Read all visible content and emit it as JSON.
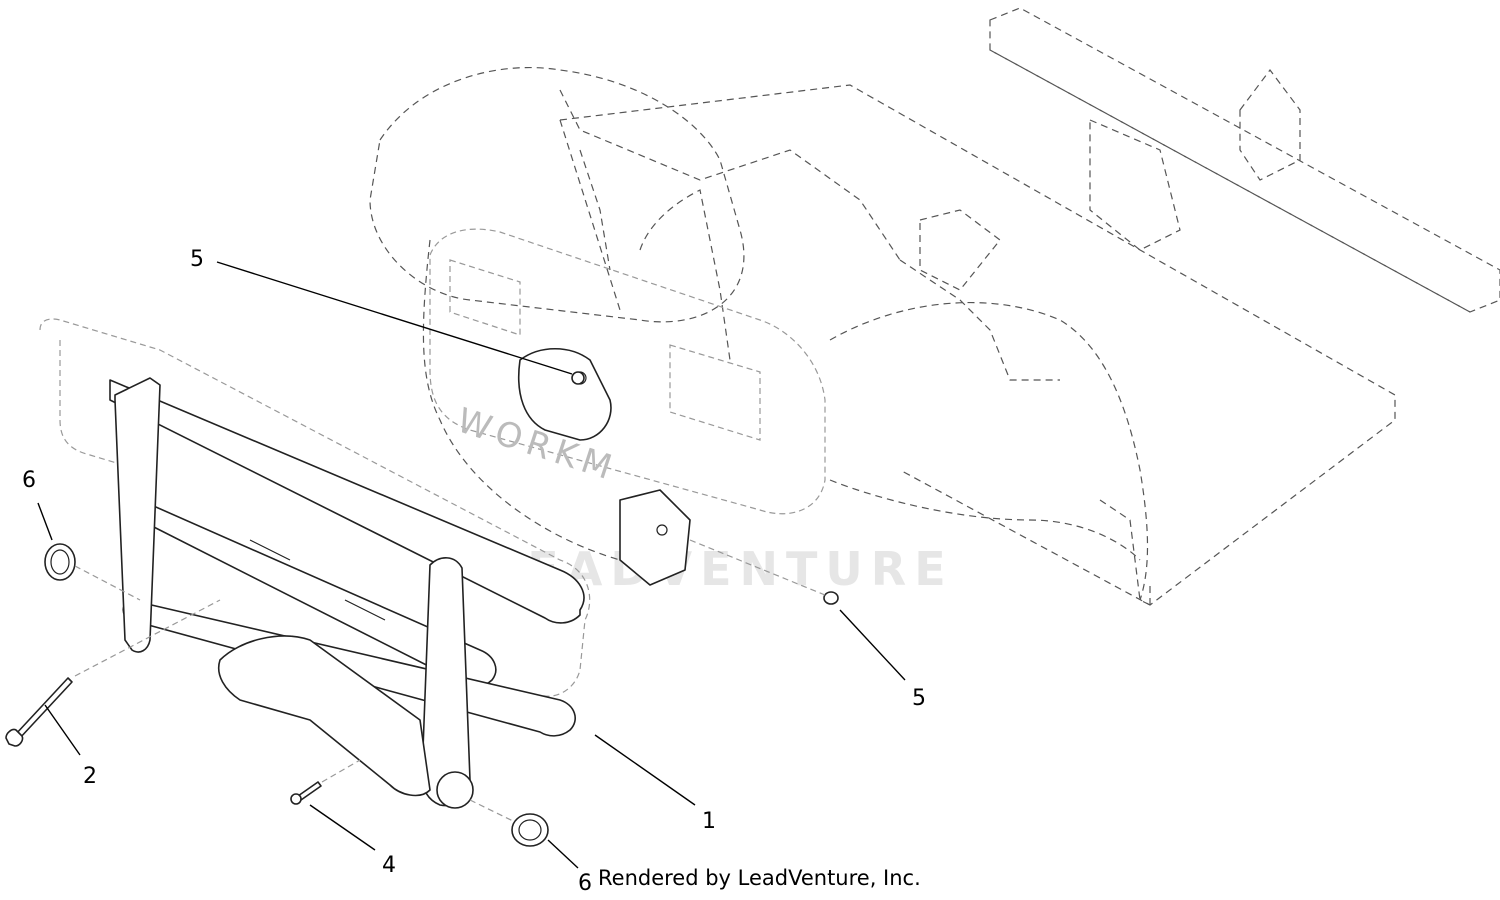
{
  "diagram": {
    "watermark_text": "LEADVENTURE",
    "decal_text": "WORKM",
    "credit": "Rendered by LeadVenture, Inc.",
    "callouts": [
      {
        "id": "callout-5-upper",
        "label": "5"
      },
      {
        "id": "callout-6-left",
        "label": "6"
      },
      {
        "id": "callout-2",
        "label": "2"
      },
      {
        "id": "callout-5-right",
        "label": "5"
      },
      {
        "id": "callout-1",
        "label": "1"
      },
      {
        "id": "callout-4",
        "label": "4"
      },
      {
        "id": "callout-6-bottom",
        "label": "6"
      }
    ]
  }
}
